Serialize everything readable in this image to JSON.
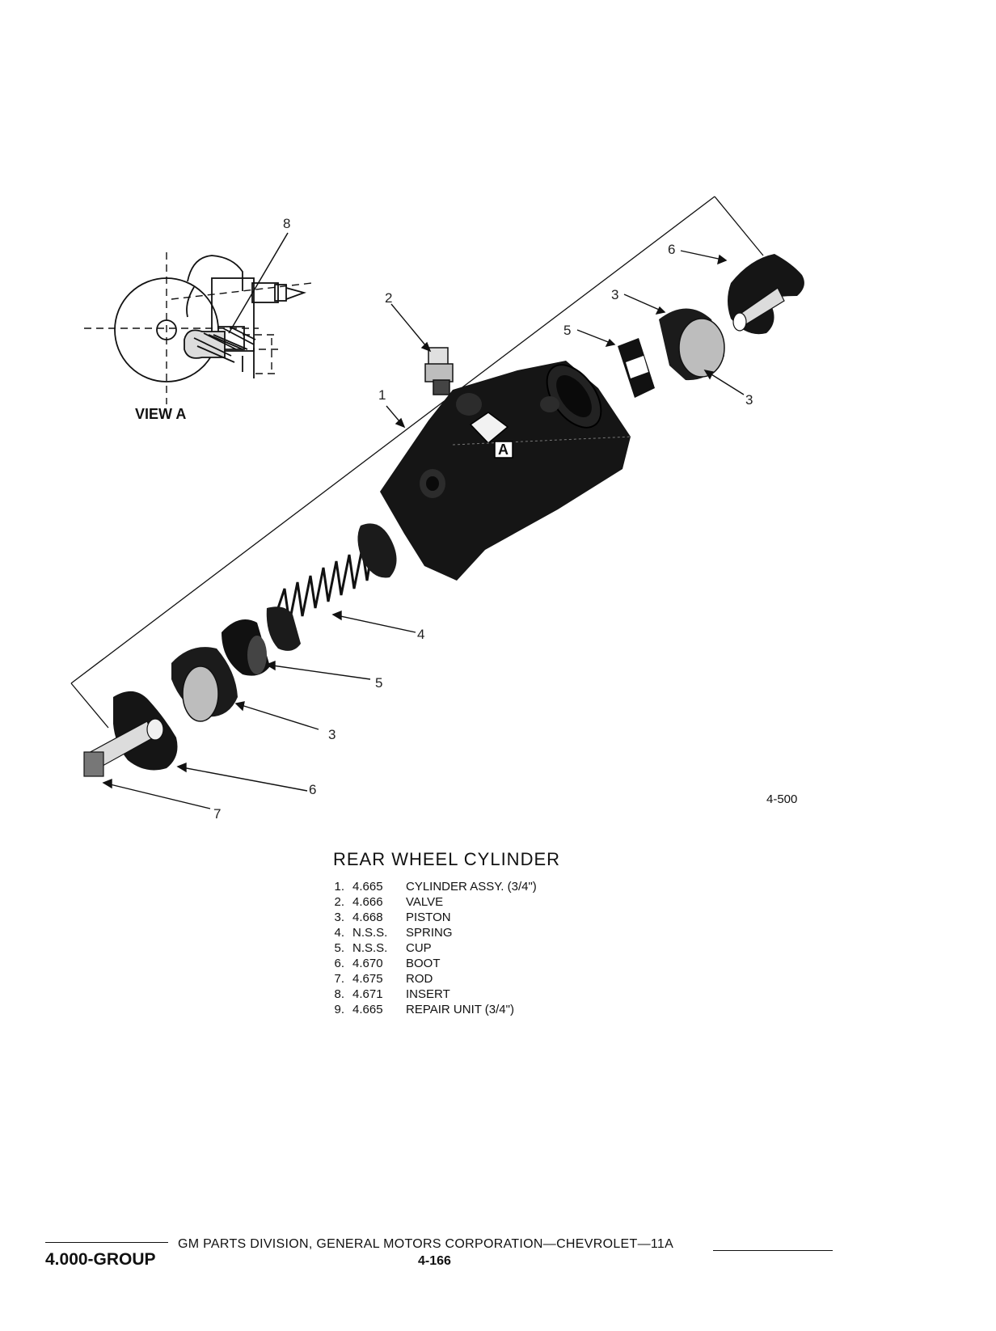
{
  "figure": {
    "view_label": "VIEW A",
    "view_marker": "A",
    "figure_number": "4-500",
    "callouts": [
      "8",
      "2",
      "1",
      "6",
      "3",
      "5",
      "3",
      "4",
      "5",
      "3",
      "6",
      "7"
    ]
  },
  "parts": {
    "title": "REAR WHEEL CYLINDER",
    "items": [
      {
        "num": "1.",
        "part_no": "4.665",
        "desc": "CYLINDER ASSY. (3/4\")"
      },
      {
        "num": "2.",
        "part_no": "4.666",
        "desc": "VALVE"
      },
      {
        "num": "3.",
        "part_no": "4.668",
        "desc": "PISTON"
      },
      {
        "num": "4.",
        "part_no": "N.S.S.",
        "desc": "SPRING"
      },
      {
        "num": "5.",
        "part_no": "N.S.S.",
        "desc": "CUP"
      },
      {
        "num": "6.",
        "part_no": "4.670",
        "desc": "BOOT"
      },
      {
        "num": "7.",
        "part_no": "4.675",
        "desc": "ROD"
      },
      {
        "num": "8.",
        "part_no": "4.671",
        "desc": "INSERT"
      },
      {
        "num": "9.",
        "part_no": "4.665",
        "desc": "REPAIR UNIT (3/4\")"
      }
    ]
  },
  "footer": {
    "group": "4.000-GROUP",
    "credit": "GM PARTS DIVISION, GENERAL MOTORS CORPORATION—CHEVROLET—11A",
    "page": "4-166"
  }
}
